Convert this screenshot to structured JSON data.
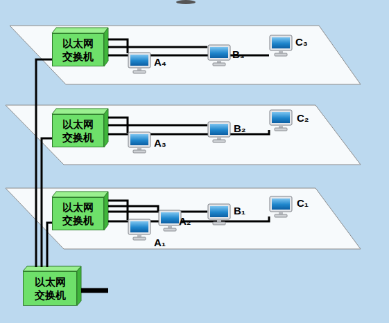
{
  "diagram": {
    "nodes": [
      {
        "text": [
          "以太网 交换机"
        ]
      },
      {
        "text": [
          "A₄"
        ]
      },
      {
        "text": [
          "B₃"
        ]
      },
      {
        "text": [
          "C₃"
        ]
      },
      {
        "text": [
          "以太网 交换机"
        ]
      },
      {
        "text": [
          "A₃"
        ]
      },
      {
        "text": [
          "B₂"
        ]
      },
      {
        "text": [
          "C₂"
        ]
      },
      {
        "text": [
          "以太网 交换机"
        ]
      },
      {
        "text": [
          "A₁"
        ]
      },
      {
        "text": [
          "A₂"
        ]
      },
      {
        "text": [
          "B₁"
        ]
      },
      {
        "text": [
          "C₁"
        ]
      },
      {
        "text": [
          "以太网 交换机"
        ]
      }
    ],
    "edges": [
      {
        "from": 0,
        "to": 1,
        "arrow": "none"
      },
      {
        "from": 0,
        "to": 2,
        "arrow": "none"
      },
      {
        "from": 0,
        "to": 3,
        "arrow": "none"
      },
      {
        "from": 4,
        "to": 5,
        "arrow": "none"
      },
      {
        "from": 4,
        "to": 6,
        "arrow": "none"
      },
      {
        "from": 4,
        "to": 7,
        "arrow": "none"
      },
      {
        "from": 8,
        "to": 9,
        "arrow": "none"
      },
      {
        "from": 8,
        "to": 10,
        "arrow": "none"
      },
      {
        "from": 8,
        "to": 11,
        "arrow": "none"
      },
      {
        "from": 8,
        "to": 12,
        "arrow": "none"
      },
      {
        "from": 13,
        "to": 0,
        "arrow": "none"
      },
      {
        "from": 13,
        "to": 4,
        "arrow": "none"
      },
      {
        "from": 13,
        "to": 8,
        "arrow": "none"
      }
    ]
  }
}
